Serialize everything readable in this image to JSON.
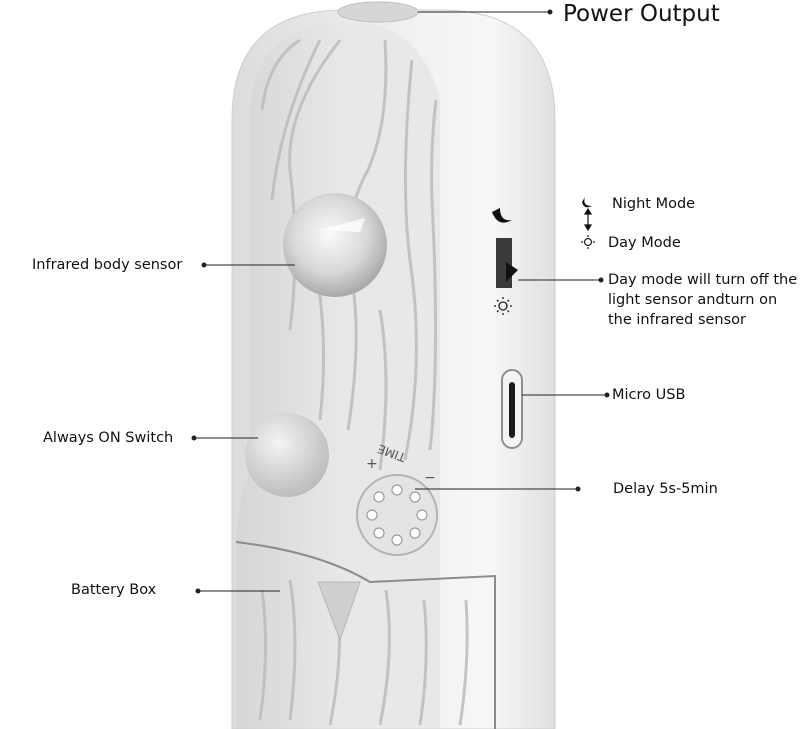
{
  "labels": {
    "power_output": "Power Output",
    "night_mode": "Night Mode",
    "day_mode": "Day Mode",
    "day_mode_note": "Day mode will turn off the light sensor andturn on the infrared sensor",
    "infrared_sensor": "Infrared body sensor",
    "micro_usb": "Micro USB",
    "always_on_switch": "Always ON Switch",
    "delay": "Delay 5s-5min",
    "battery_box": "Battery Box"
  },
  "device_markings": {
    "time_label": "TIME",
    "plus": "+",
    "minus": "−"
  },
  "icons": {
    "night": "moon-icon",
    "day": "sun-icon",
    "switch_indicator": "up-down-arrow-icon"
  },
  "colors": {
    "device_body": "#e9e9e9",
    "device_shadow": "#c9c9c9",
    "leader_line": "#222222"
  }
}
